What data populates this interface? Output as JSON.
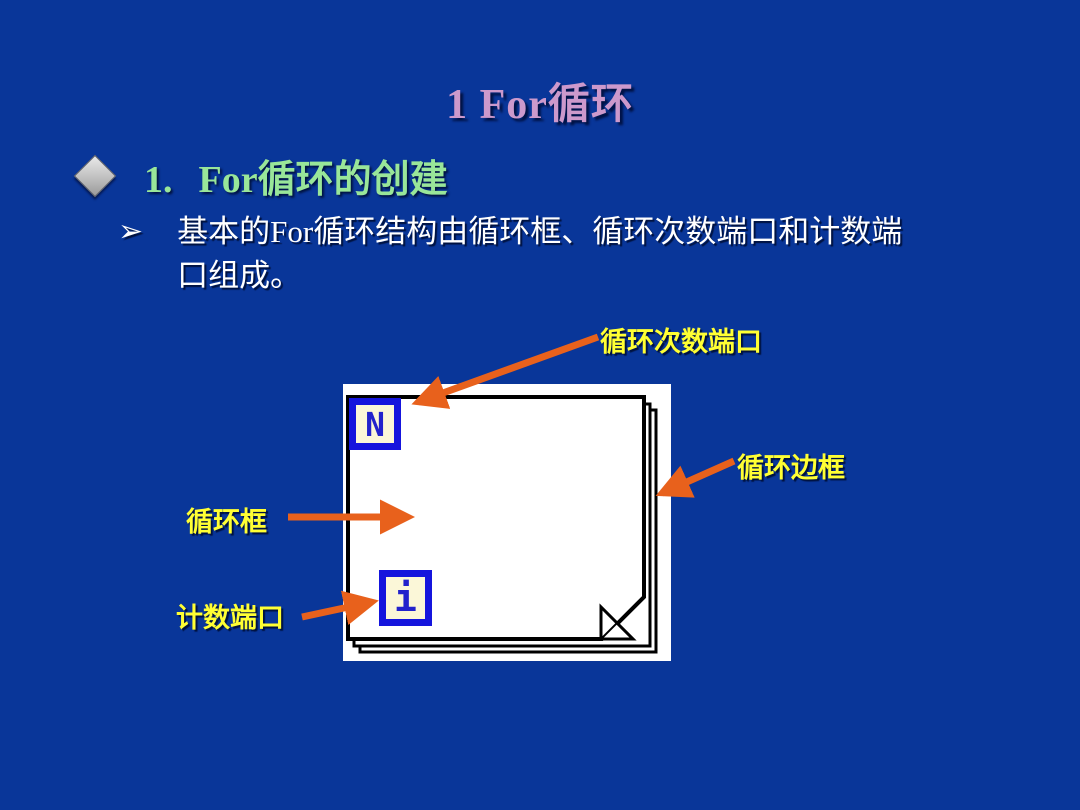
{
  "slide": {
    "title": "1 For循环",
    "heading": {
      "number": "1.",
      "text": "For循环的创建"
    },
    "bullet": {
      "marker": "➢",
      "lines": [
        "基本的For循环结构由循环框、循环次数端口和计数端",
        "口组成。"
      ]
    }
  },
  "diagram": {
    "terminals": {
      "loop_count_glyph": "N",
      "iteration_glyph": "i"
    },
    "labels": {
      "loop_count": "循环次数端口",
      "loop_border": "循环边框",
      "loop_frame": "循环框",
      "count_terminal": "计数端口"
    }
  },
  "colors": {
    "background": "#093699",
    "title_text": "#CC99CC",
    "heading_text": "#99E699",
    "body_text": "#FFFFFF",
    "label_text": "#FFFF33",
    "arrow": "#E8611C",
    "terminal_border": "#1515DD",
    "terminal_background": "#FBF7D8",
    "frame_border": "#000000",
    "frame_fill": "#FFFFFF"
  }
}
